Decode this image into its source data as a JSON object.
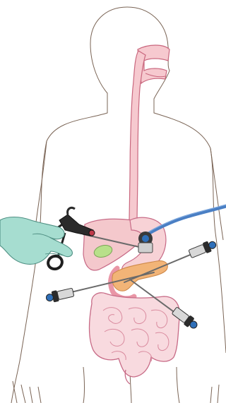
{
  "figure": {
    "labels": [],
    "structures": [
      "body-outline",
      "esophagus",
      "stomach",
      "liver",
      "gallbladder",
      "pancreas",
      "duodenum",
      "intestines",
      "gloved-hand",
      "laparoscopic-grasper",
      "endoscope-tube",
      "trocar-port"
    ],
    "colors": {
      "outline": "#7a6455",
      "esophagus": "#f6c9cf",
      "esophagus_stroke": "#c9677e",
      "stomach": "#f7d2d6",
      "liver": "#f4c8cc",
      "gallbladder": "#b8e08a",
      "pancreas": "#f2b477",
      "duodenum": "#f0a8b2",
      "intestines": "#f8dadf",
      "organ_stroke": "#c76a86",
      "glove": "#a6ddd0",
      "glove_stroke": "#4f8f83",
      "scope_tube": "#4a7fc4",
      "instrument_dark": "#2b2b2b",
      "instrument_steel": "#cfcfcf",
      "trocar_blue": "#2f6fb8"
    }
  }
}
